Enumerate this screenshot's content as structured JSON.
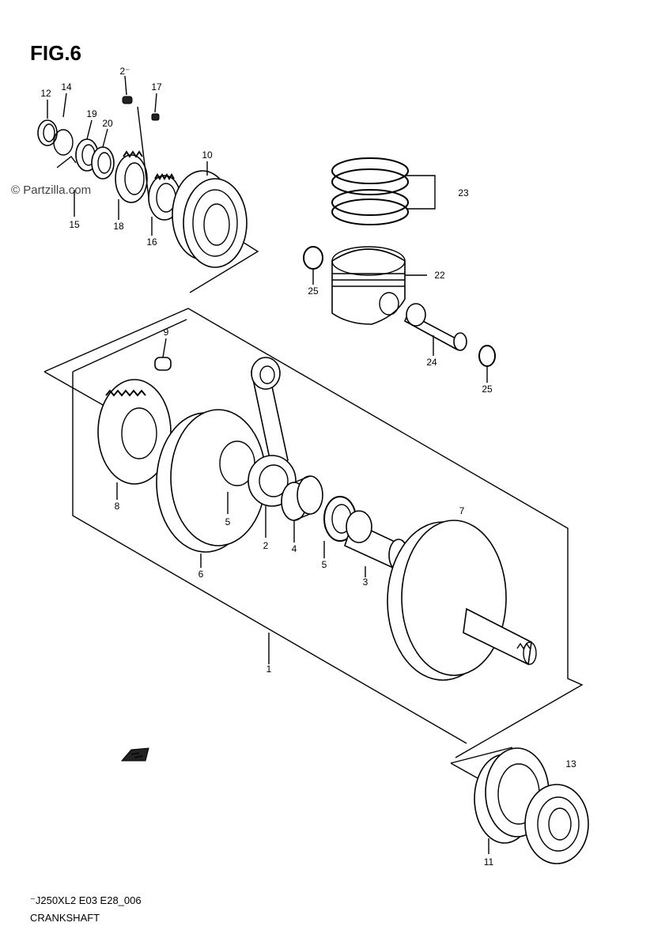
{
  "figure": {
    "title": "FIG.6",
    "watermark": "© Partzilla.com",
    "footer_code": "⁻J250XL2 E03 E28_006",
    "footer_name": "CRANKSHAFT"
  },
  "callouts": [
    {
      "id": "c1",
      "label": "1"
    },
    {
      "id": "c2",
      "label": "2"
    },
    {
      "id": "c3",
      "label": "3"
    },
    {
      "id": "c4",
      "label": "4"
    },
    {
      "id": "c5a",
      "label": "5"
    },
    {
      "id": "c5b",
      "label": "5"
    },
    {
      "id": "c6",
      "label": "6"
    },
    {
      "id": "c7",
      "label": "7"
    },
    {
      "id": "c8",
      "label": "8"
    },
    {
      "id": "c9",
      "label": "9"
    },
    {
      "id": "c10",
      "label": "10"
    },
    {
      "id": "c11",
      "label": "11"
    },
    {
      "id": "c12",
      "label": "12"
    },
    {
      "id": "c13",
      "label": "13"
    },
    {
      "id": "c14",
      "label": "14"
    },
    {
      "id": "c15",
      "label": "15"
    },
    {
      "id": "c16",
      "label": "16"
    },
    {
      "id": "c17",
      "label": "17"
    },
    {
      "id": "c18",
      "label": "18"
    },
    {
      "id": "c19",
      "label": "19"
    },
    {
      "id": "c20",
      "label": "20"
    },
    {
      "id": "c21",
      "label": "2⁻"
    },
    {
      "id": "c22",
      "label": "22"
    },
    {
      "id": "c23",
      "label": "23"
    },
    {
      "id": "c24",
      "label": "24"
    },
    {
      "id": "c25a",
      "label": "25"
    },
    {
      "id": "c25b",
      "label": "25"
    }
  ],
  "icons": {
    "front_arrow": "front-direction-arrow-icon"
  }
}
